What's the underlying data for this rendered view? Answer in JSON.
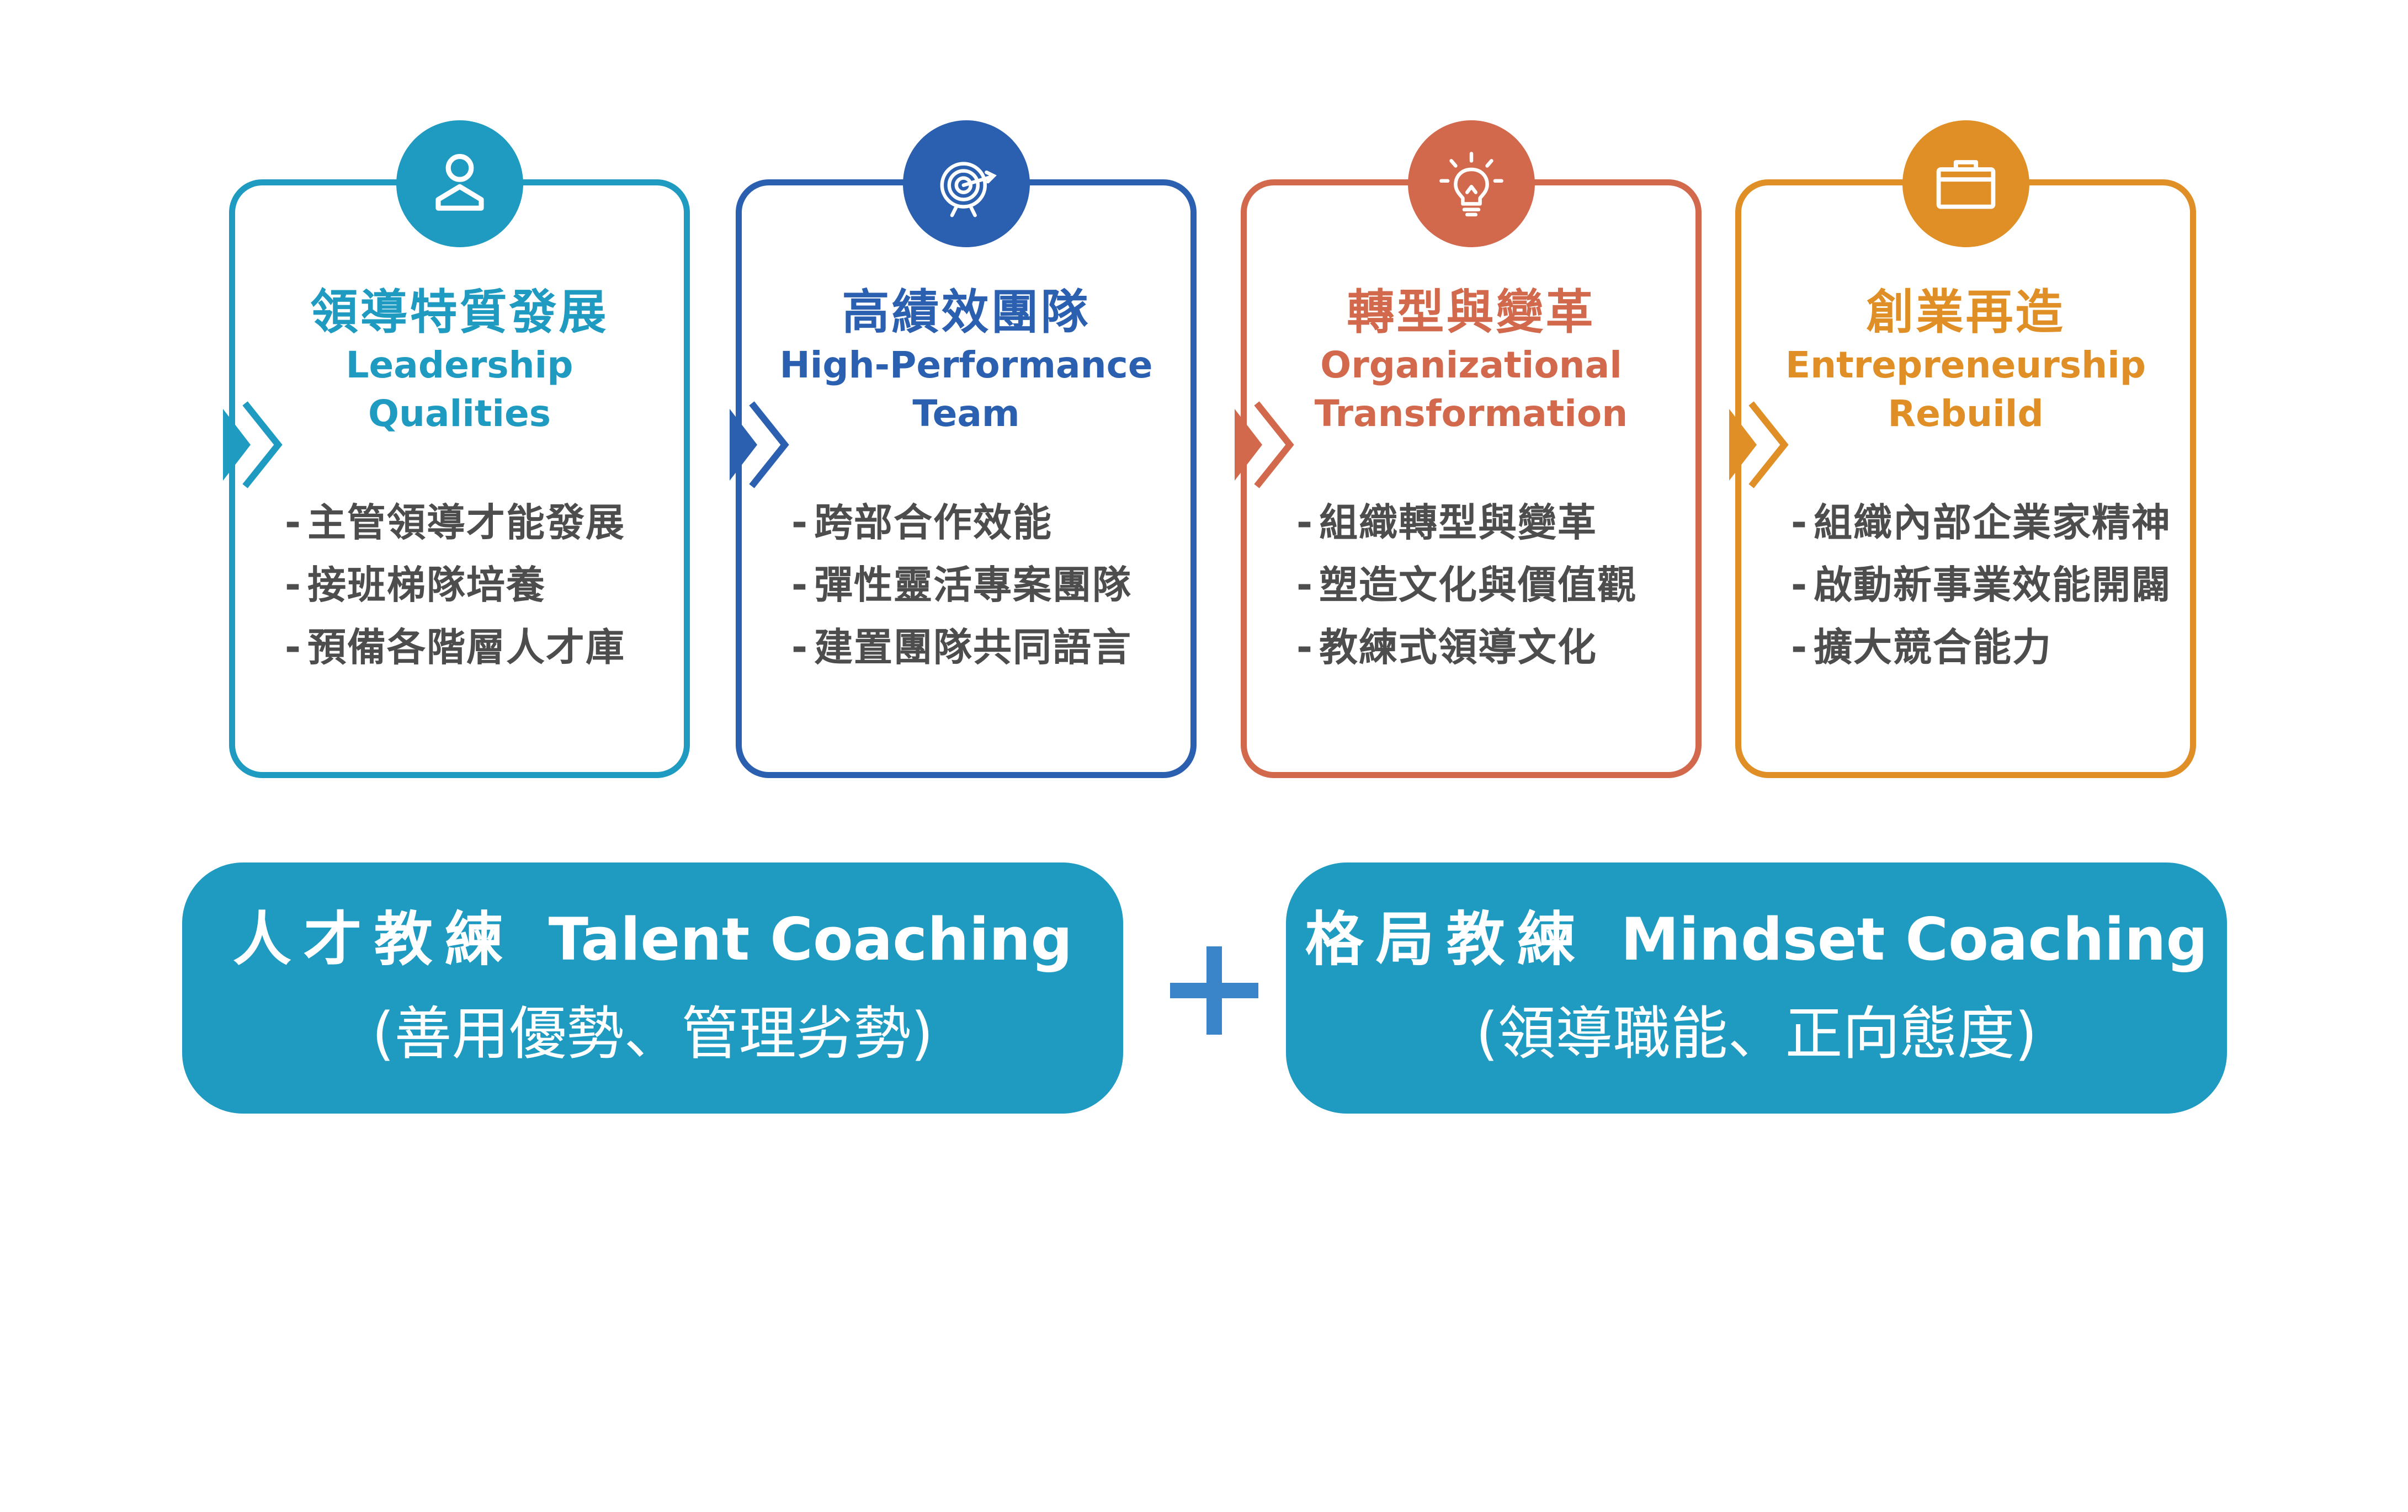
{
  "cards": [
    {
      "title_zh": "領導特質發展",
      "title_en_line1": "Leadership",
      "title_en_line2": "Qualities",
      "icon": "person-icon",
      "color": "#1f9bc2",
      "bullets": [
        "主管領導才能發展",
        "接班梯隊培養",
        "預備各階層人才庫"
      ]
    },
    {
      "title_zh": "高績效團隊",
      "title_en_line1": "High-Performance",
      "title_en_line2": "Team",
      "icon": "target-icon",
      "color": "#2b5fb0",
      "bullets": [
        "跨部合作效能",
        "彈性靈活專案團隊",
        "建置團隊共同語言"
      ]
    },
    {
      "title_zh": "轉型與變革",
      "title_en_line1": "Organizational",
      "title_en_line2": "Transformation",
      "icon": "lightbulb-icon",
      "color": "#d2694c",
      "bullets": [
        "組織轉型與變革",
        "塑造文化與價值觀",
        "教練式領導文化"
      ]
    },
    {
      "title_zh": "創業再造",
      "title_en_line1": "Entrepreneurship",
      "title_en_line2": "Rebuild",
      "icon": "briefcase-icon",
      "color": "#e08f26",
      "bullets": [
        "組織內部企業家精神",
        "啟動新事業效能開闢",
        "擴大競合能力"
      ]
    }
  ],
  "bullet_dash": "-",
  "coaching": [
    {
      "title_zh": "人才教練",
      "title_en": "Talent Coaching",
      "subtitle": "(善用優勢、管理劣勢)"
    },
    {
      "title_zh": "格局教練",
      "title_en": "Mindset Coaching",
      "subtitle": "(領導職能、正向態度)"
    }
  ],
  "plus_symbol": "plus-icon",
  "colors": {
    "pill": "#1f9bc2",
    "plus": "#3a85c9",
    "bullet_text": "#4d4d4d"
  }
}
